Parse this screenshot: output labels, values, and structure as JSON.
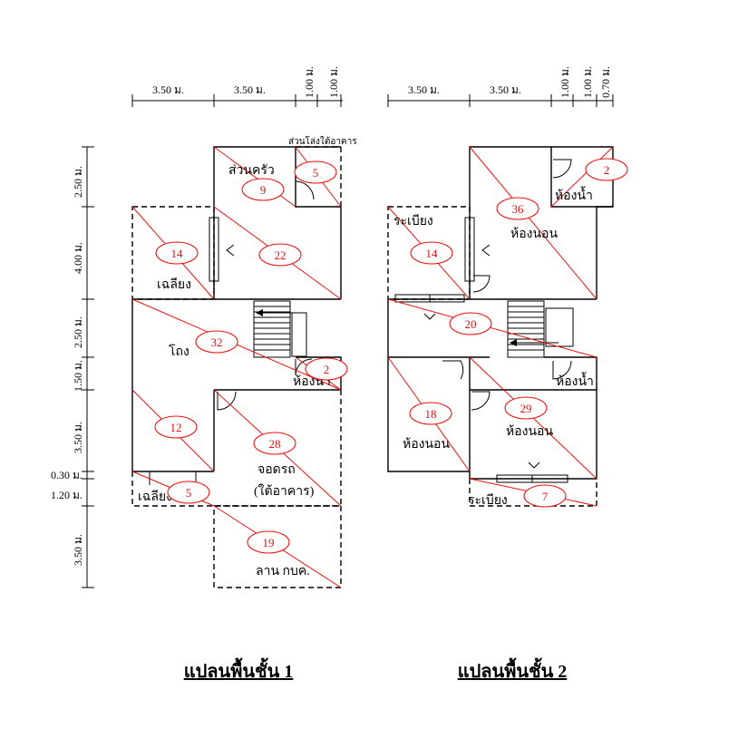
{
  "plan1": {
    "title": "แปลนพื้นชั้น 1",
    "top_dims": [
      "3.50 ม.",
      "3.50 ม.",
      "1.00 ม.",
      "1.00 ม."
    ],
    "left_dims": [
      "2.50 ม.",
      "4.00 ม.",
      "2.50 ม.",
      "1.50 ม.",
      "3.50 ม.",
      "0.30 ม.",
      "1.20 ม.",
      "3.50 ม."
    ],
    "rooms": {
      "kitchen": "ส่วนครัว",
      "under_part": "ส่วนโล่งใต้อาคาร",
      "terrace": "เฉลียง",
      "hall": "โถง",
      "bath": "ห้องน้ำ",
      "terrace2": "เฉลียง",
      "garage": "จอดรถ",
      "garage_sub": "(ใต้อาคาร)",
      "yard": "ลาน กบค."
    },
    "numbers": [
      "5",
      "9",
      "14",
      "22",
      "32",
      "2",
      "12",
      "28",
      "5",
      "19"
    ]
  },
  "plan2": {
    "title": "แปลนพื้นชั้น 2",
    "top_dims": [
      "3.50 ม.",
      "3.50 ม.",
      "1.00 ม.",
      "1.00 ม.",
      "0.70 ม."
    ],
    "rooms": {
      "bath1": "ห้องน้ำ",
      "veranda": "ระเบียง",
      "bedroom1": "ห้องนอน",
      "bath2": "ห้องน้ำ",
      "bedroom2": "ห้องนอน",
      "bedroom3": "ห้องนอน",
      "veranda2": "ระเบียง"
    },
    "numbers": [
      "2",
      "36",
      "14",
      "20",
      "29",
      "18",
      "7"
    ]
  },
  "colors": {
    "annotation": "#e11111",
    "lines": "#000000"
  }
}
